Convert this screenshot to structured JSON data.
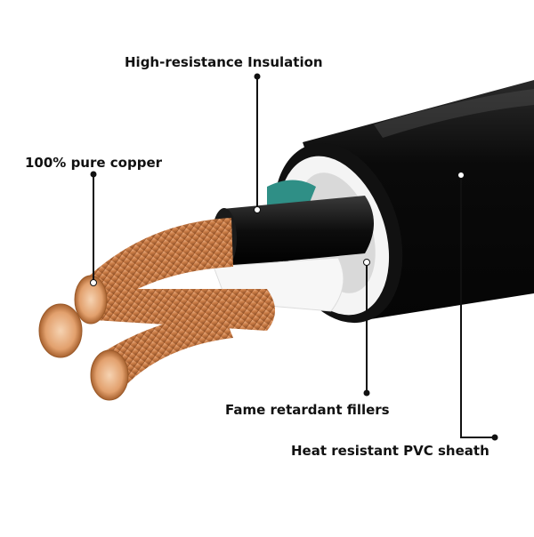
{
  "callouts": {
    "insulation": "High-resistance Insulation",
    "copper": "100% pure copper",
    "fillers": "Fame retardant fillers",
    "sheath": "Heat resistant PVC sheath"
  },
  "colors": {
    "sheath": "#0b0b0b",
    "filler": "#f3f3f3",
    "insulation_core": "#111111",
    "copper": "#d08a58",
    "teal_core": "#2f8f86",
    "leader": "#111111"
  }
}
